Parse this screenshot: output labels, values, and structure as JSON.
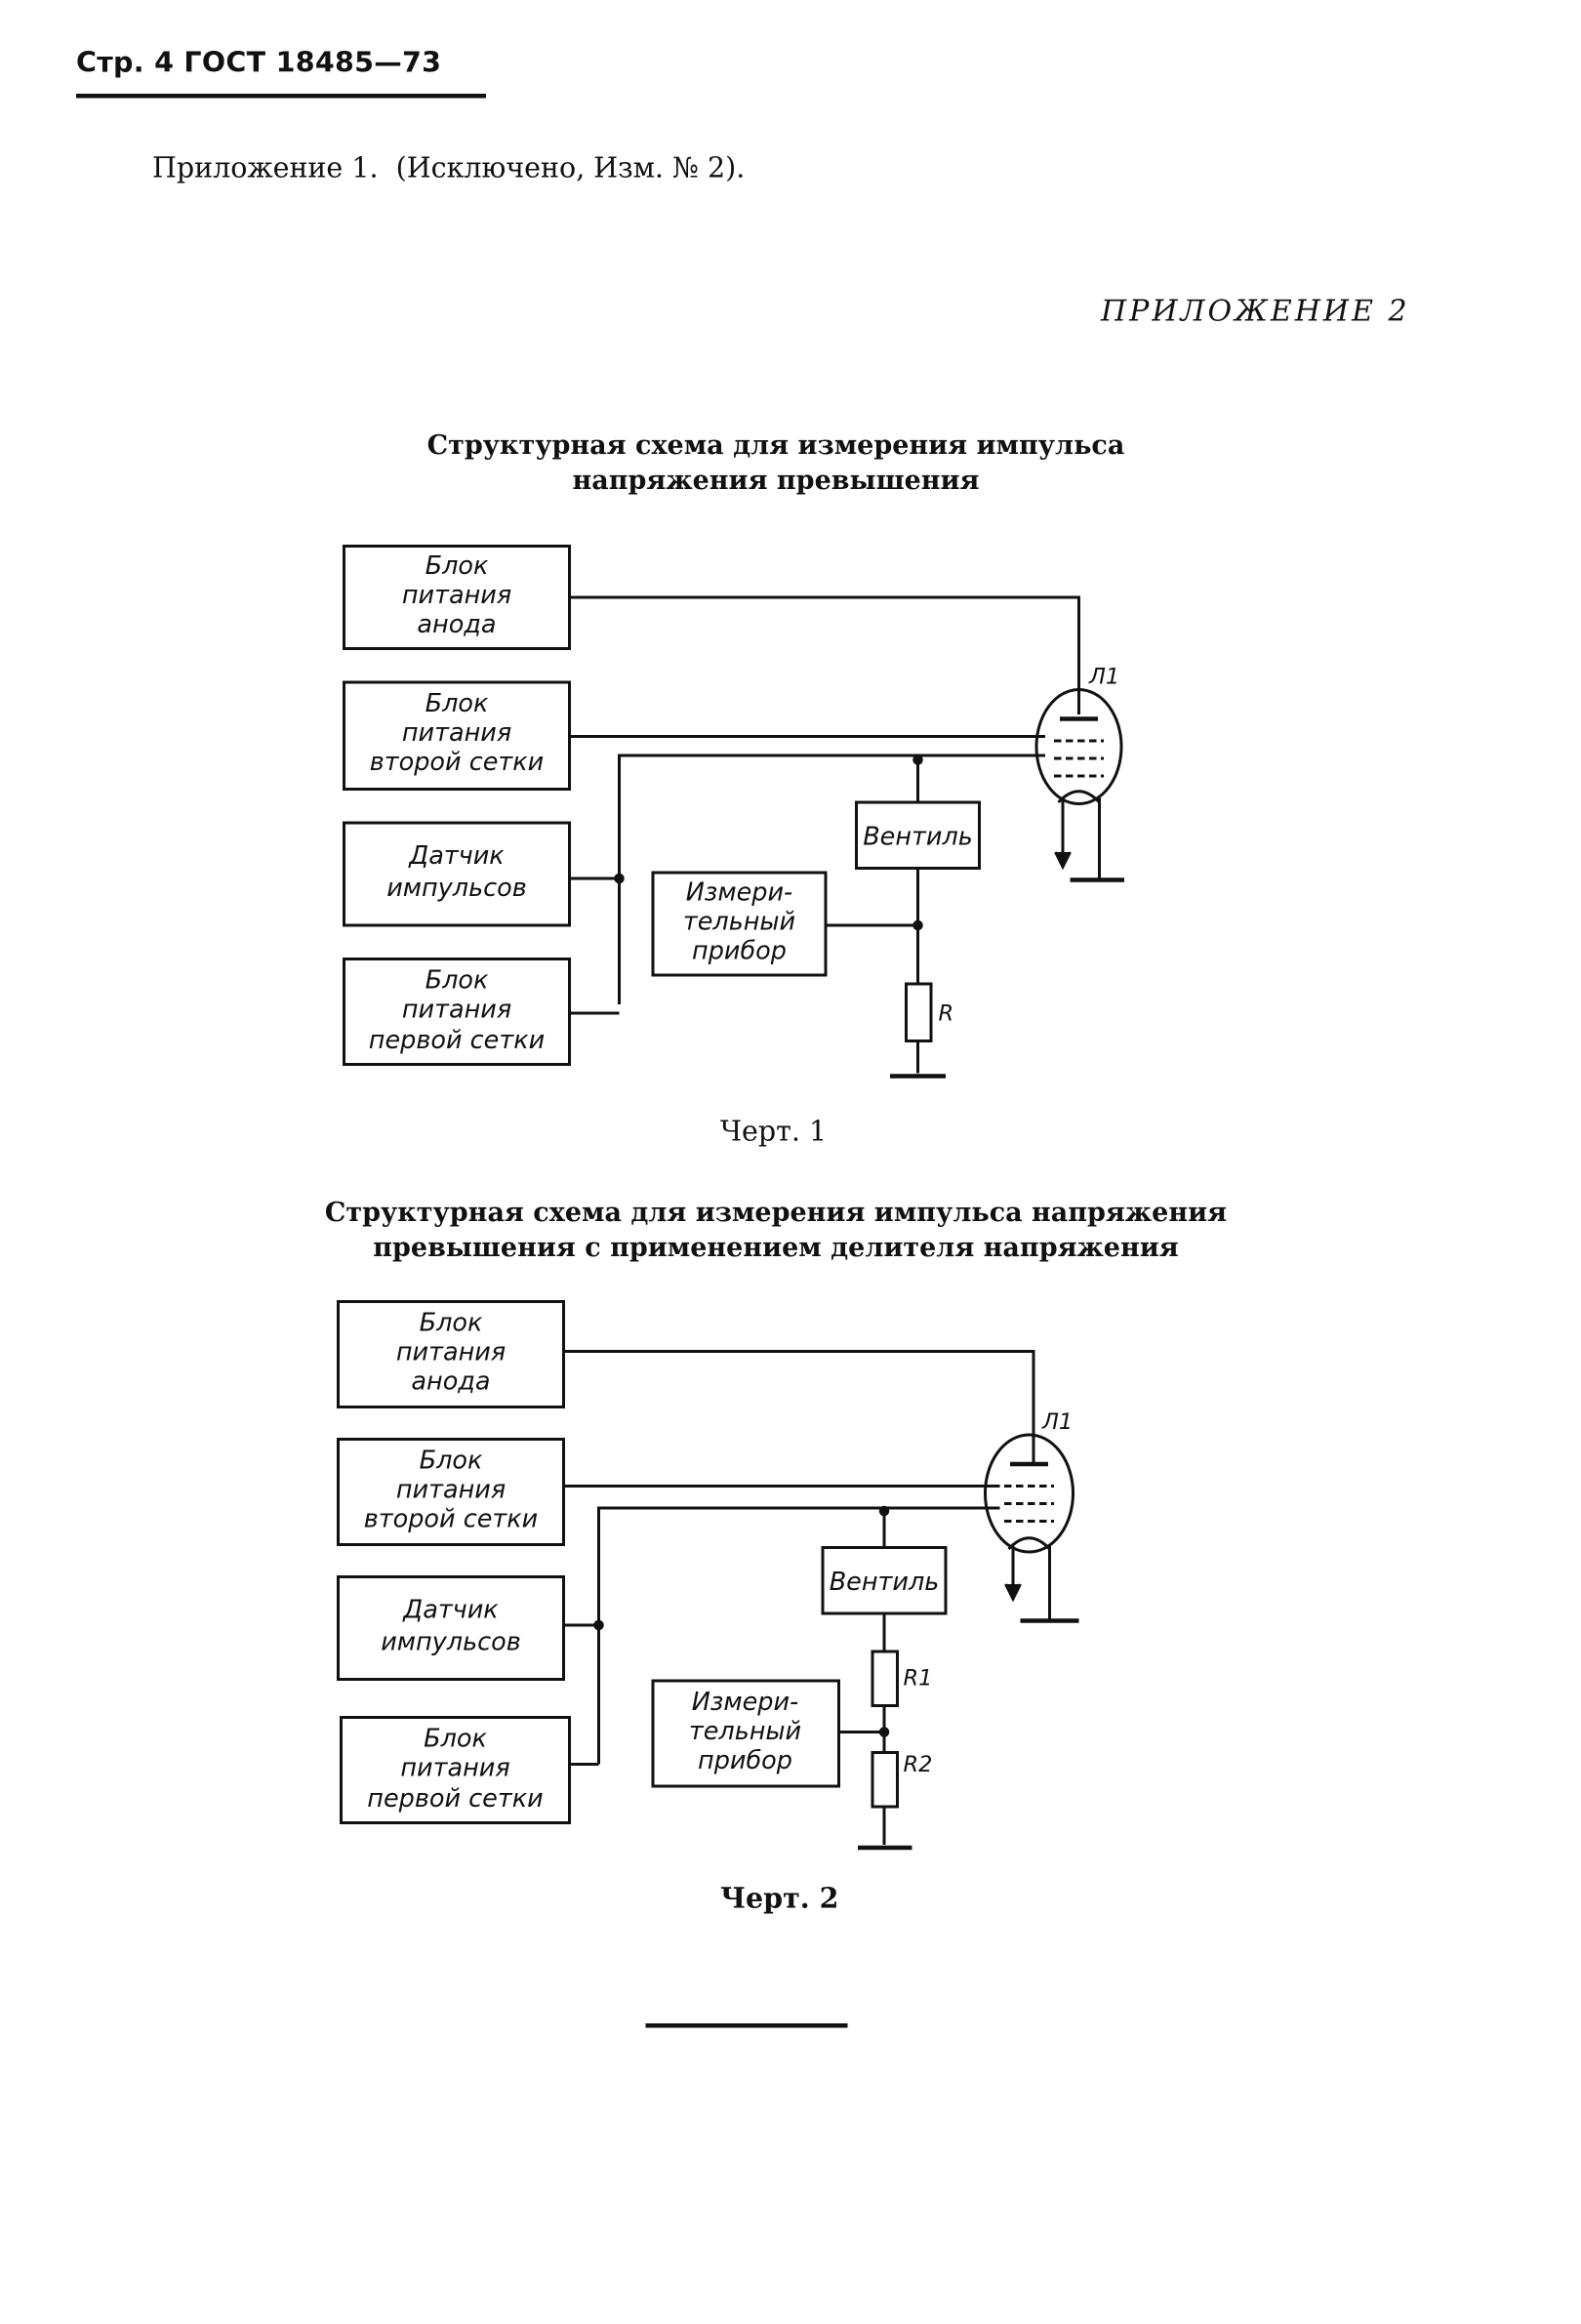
{
  "header": {
    "text": "Стр. 4 ГОСТ 18485—73"
  },
  "annex1": {
    "text": "Приложение 1.  (Исключено, Изм. № 2)."
  },
  "annex2": {
    "label": "ПРИЛОЖЕНИЕ 2"
  },
  "figure1": {
    "title_line1": "Структурная схема для измерения импульса",
    "title_line2": "напряжения превышения",
    "caption": "Черт. 1",
    "blocks": {
      "anode": [
        "Блок",
        "питания",
        "анода"
      ],
      "grid2": [
        "Блок",
        "питания",
        "второй сетки"
      ],
      "pulse": [
        "Датчик",
        "импульсов"
      ],
      "grid1": [
        "Блок",
        "питания",
        "первой сетки"
      ],
      "valve": [
        "Вентиль"
      ],
      "meter": [
        "Измери-",
        "тельный",
        "прибор"
      ]
    },
    "tube_label": "Л1",
    "resistor_label": "R"
  },
  "figure2": {
    "title_line1": "Структурная схема для измерения импульса напряжения",
    "title_line2": "превышения с применением делителя напряжения",
    "caption": "Черт. 2",
    "blocks": {
      "anode": [
        "Блок",
        "питания",
        "анода"
      ],
      "grid2": [
        "Блок",
        "питания",
        "второй сетки"
      ],
      "pulse": [
        "Датчик",
        "импульсов"
      ],
      "grid1": [
        "Блок",
        "питания",
        "первой сетки"
      ],
      "valve": [
        "Вентиль"
      ],
      "meter": [
        "Измери-",
        "тельный",
        "прибор"
      ]
    },
    "tube_label": "Л1",
    "resistor1_label": "R1",
    "resistor2_label": "R2"
  }
}
